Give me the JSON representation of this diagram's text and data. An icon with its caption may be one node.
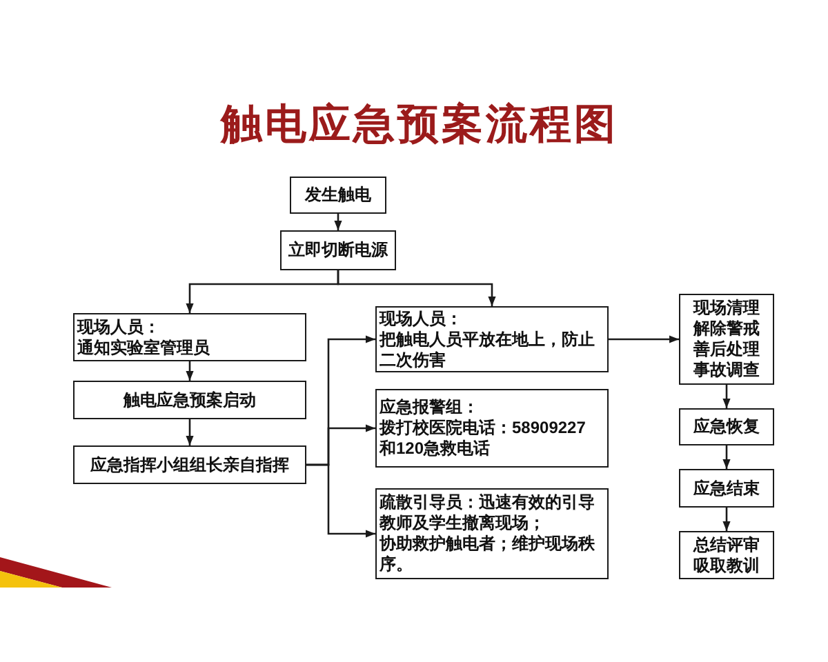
{
  "diagram": {
    "title": "触电应急预案流程图",
    "nodes": [
      {
        "text": [
          "发生触电"
        ]
      },
      {
        "text": [
          "立即切断电源"
        ]
      },
      {
        "text": [
          "现场人员：",
          "通知实验室管理员"
        ]
      },
      {
        "text": [
          "触电应急预案启动"
        ]
      },
      {
        "text": [
          "应急指挥小组组长亲自指挥"
        ]
      },
      {
        "text": [
          "现场人员：",
          "把触电人员平放在地上，防止二次伤害"
        ]
      },
      {
        "text": [
          "应急报警组：",
          "拨打校医院电话：58909227和120急救电话"
        ]
      },
      {
        "text": [
          "疏散引导员：迅速有效的引导教师及学生撤离现场；",
          "协助救护触电者；维护现场秩序。"
        ]
      },
      {
        "text": [
          "现场清理",
          "解除警戒",
          "善后处理",
          "事故调查"
        ]
      },
      {
        "text": [
          "应急恢复"
        ]
      },
      {
        "text": [
          "应急结束"
        ]
      },
      {
        "text": [
          "总结评审",
          "吸取教训"
        ]
      }
    ],
    "edges": [
      {
        "from": 0,
        "to": 1,
        "arrow": "to"
      },
      {
        "from": 1,
        "to": 2,
        "arrow": "to"
      },
      {
        "from": 1,
        "to": 5,
        "arrow": "to"
      },
      {
        "from": 2,
        "to": 3,
        "arrow": "to"
      },
      {
        "from": 3,
        "to": 4,
        "arrow": "to"
      },
      {
        "from": 4,
        "to": 5,
        "arrow": "to"
      },
      {
        "from": 4,
        "to": 6,
        "arrow": "to"
      },
      {
        "from": 4,
        "to": 7,
        "arrow": "to"
      },
      {
        "from": 5,
        "to": 8,
        "arrow": "to"
      },
      {
        "from": 8,
        "to": 9,
        "arrow": "to"
      },
      {
        "from": 9,
        "to": 10,
        "arrow": "to"
      },
      {
        "from": 10,
        "to": 11,
        "arrow": "to"
      }
    ]
  }
}
